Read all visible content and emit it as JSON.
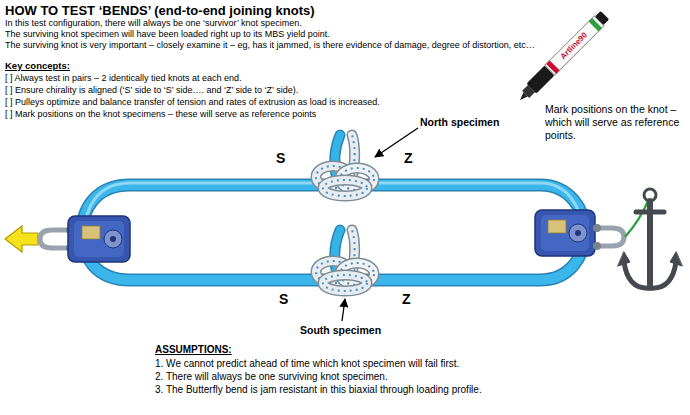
{
  "diagram": {
    "title": "HOW TO TEST ‘BENDS’ (end-to-end joining knots)",
    "labels": [
      "In this test configuration, there will always be one ‘survivor’ knot specimen.",
      "The surviving knot specimen will have been loaded right up to its MBS yield point.",
      "The surviving knot is very important – closely examine it – eg, has it jammed, is there evidence of damage, degree of distortion, etc…",
      "Key concepts:",
      "[ ] Always test in pairs – 2 identically tied knots at each end.",
      "[ ] Ensure chirality is aligned (‘S’ side to ‘S’ side…. and ‘Z’ side to ‘Z’ side).",
      "[ ] Pulleys optimize and balance transfer of tension and rates of extrusion as load is increased.",
      "[ ] Mark positions on the knot specimens – these will serve as reference points",
      "Artline90",
      "Mark positions on the knot – which will serve as reference points.",
      "North specimen",
      "S",
      "Z",
      "S",
      "Z",
      "South specimen",
      "ASSUMPTIONS:",
      "1. We cannot predict ahead of time which knot specimen will fail first.",
      "2. There will always be one surviving knot specimen.",
      "3. The Butterfly bend is jam resistant in this biaxial through loading profile."
    ]
  }
}
